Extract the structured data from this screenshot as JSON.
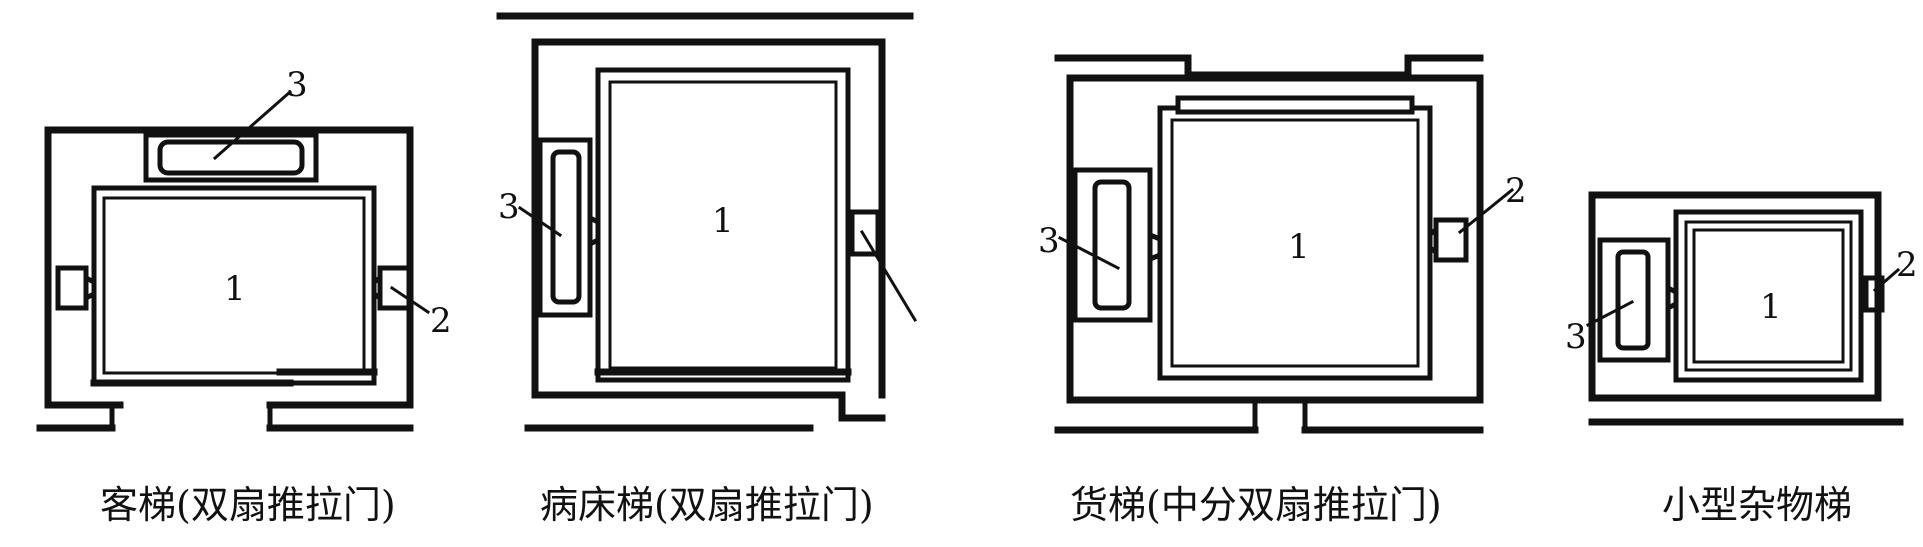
{
  "diagrams": [
    {
      "caption": "客梯(双扇推拉门)",
      "labels": {
        "car": "1",
        "counterweight_door": "2",
        "counterweight": "3"
      }
    },
    {
      "caption": "病床梯(双扇推拉门)",
      "labels": {
        "car": "1",
        "counterweight": "3"
      }
    },
    {
      "caption": "货梯(中分双扇推拉门)",
      "labels": {
        "car": "1",
        "door": "2",
        "counterweight": "3"
      }
    },
    {
      "caption": "小型杂物梯",
      "labels": {
        "car": "1",
        "door": "2",
        "counterweight": "3"
      }
    }
  ],
  "colors": {
    "ink": "#111111",
    "paper": "#ffffff"
  }
}
